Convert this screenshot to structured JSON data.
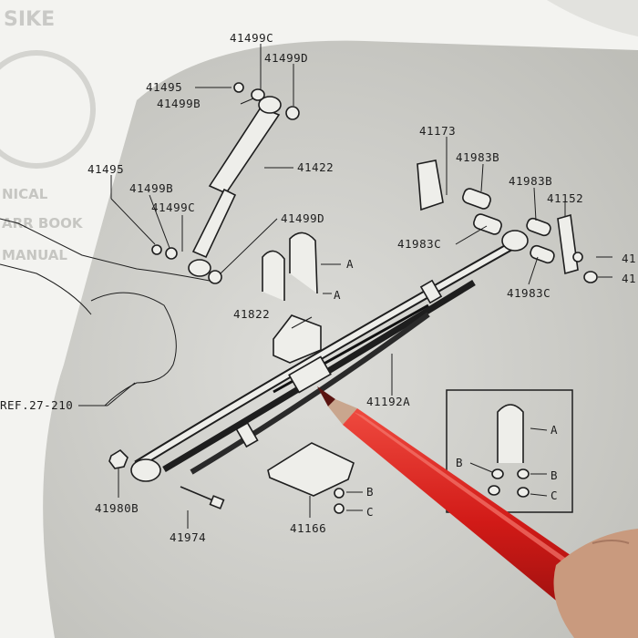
{
  "page_header": "SIKE",
  "background_letters": {
    "line1": "NICAL",
    "line2": "ARR BOOK",
    "line3": "MANUAL"
  },
  "part_labels": {
    "p41499C_top": "41499C",
    "p41499D_top": "41499D",
    "p41495_top": "41495",
    "p41499B_top": "41499B",
    "p41422": "41422",
    "p41495_left": "41495",
    "p41499B_left": "41499B",
    "p41499C_left": "41499C",
    "p41499D_mid": "41499D",
    "p41173": "41173",
    "p41983B_a": "41983B",
    "p41983B_b": "41983B",
    "p41152": "41152",
    "p41983C_a": "41983C",
    "p41983C_b": "41983C",
    "p41822": "41822",
    "ref": "REF.27-210",
    "p41192A": "41192A",
    "p41980B": "41980B",
    "p41974": "41974",
    "p41166": "41166",
    "letter_A_1": "A",
    "letter_A_2": "A",
    "letter_B_1": "B",
    "letter_C_1": "C",
    "edge_1": "41",
    "edge_2": "41"
  },
  "inset_labels": {
    "A": "A",
    "B_left": "B",
    "B_right": "B",
    "C": "C"
  },
  "colors": {
    "paper": "#f2f2ef",
    "shadow": "#b9b9b4",
    "ink": "#1e1e1e",
    "pen_red": "#d61e1e",
    "finger": "#c99a7e"
  },
  "pointer": "red-pen"
}
